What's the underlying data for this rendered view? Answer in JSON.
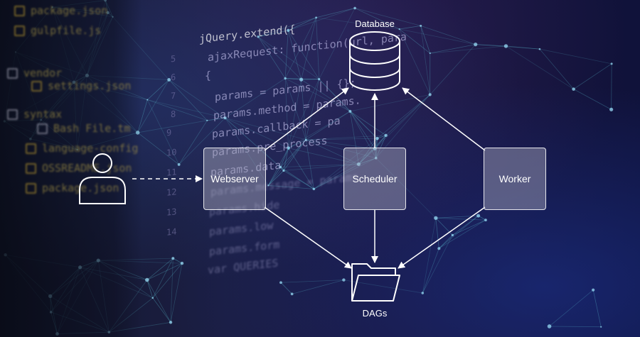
{
  "nodes": {
    "database": "Database",
    "webserver": "Webserver",
    "scheduler": "Scheduler",
    "worker": "Worker",
    "dags": "DAGs"
  },
  "background": {
    "code_lines": [
      "jQuery.extend({",
      "ajaxRequest: function(url, para",
      "{",
      "params = params || {};",
      "params.method = params.",
      "params.callback = pa",
      "params.pre_process",
      "params.data",
      "params.message = params",
      "params.hide",
      "params.low",
      "params.form",
      "var QUERIES"
    ],
    "line_numbers": [
      "5",
      "6",
      "7",
      "8",
      "9",
      "10",
      "11",
      "12",
      "13",
      "14"
    ],
    "file_tree": [
      "package.json",
      "gulpfile.js",
      "vendor",
      "settings.json",
      "syntax",
      "Bash File.tm",
      "language-config",
      "OSSREADME.json",
      "package.json"
    ]
  },
  "colors": {
    "node_fill": "#aaaabe",
    "line": "#ffffff",
    "network": "#5ec8d8",
    "file_icon": "#c9a530"
  }
}
